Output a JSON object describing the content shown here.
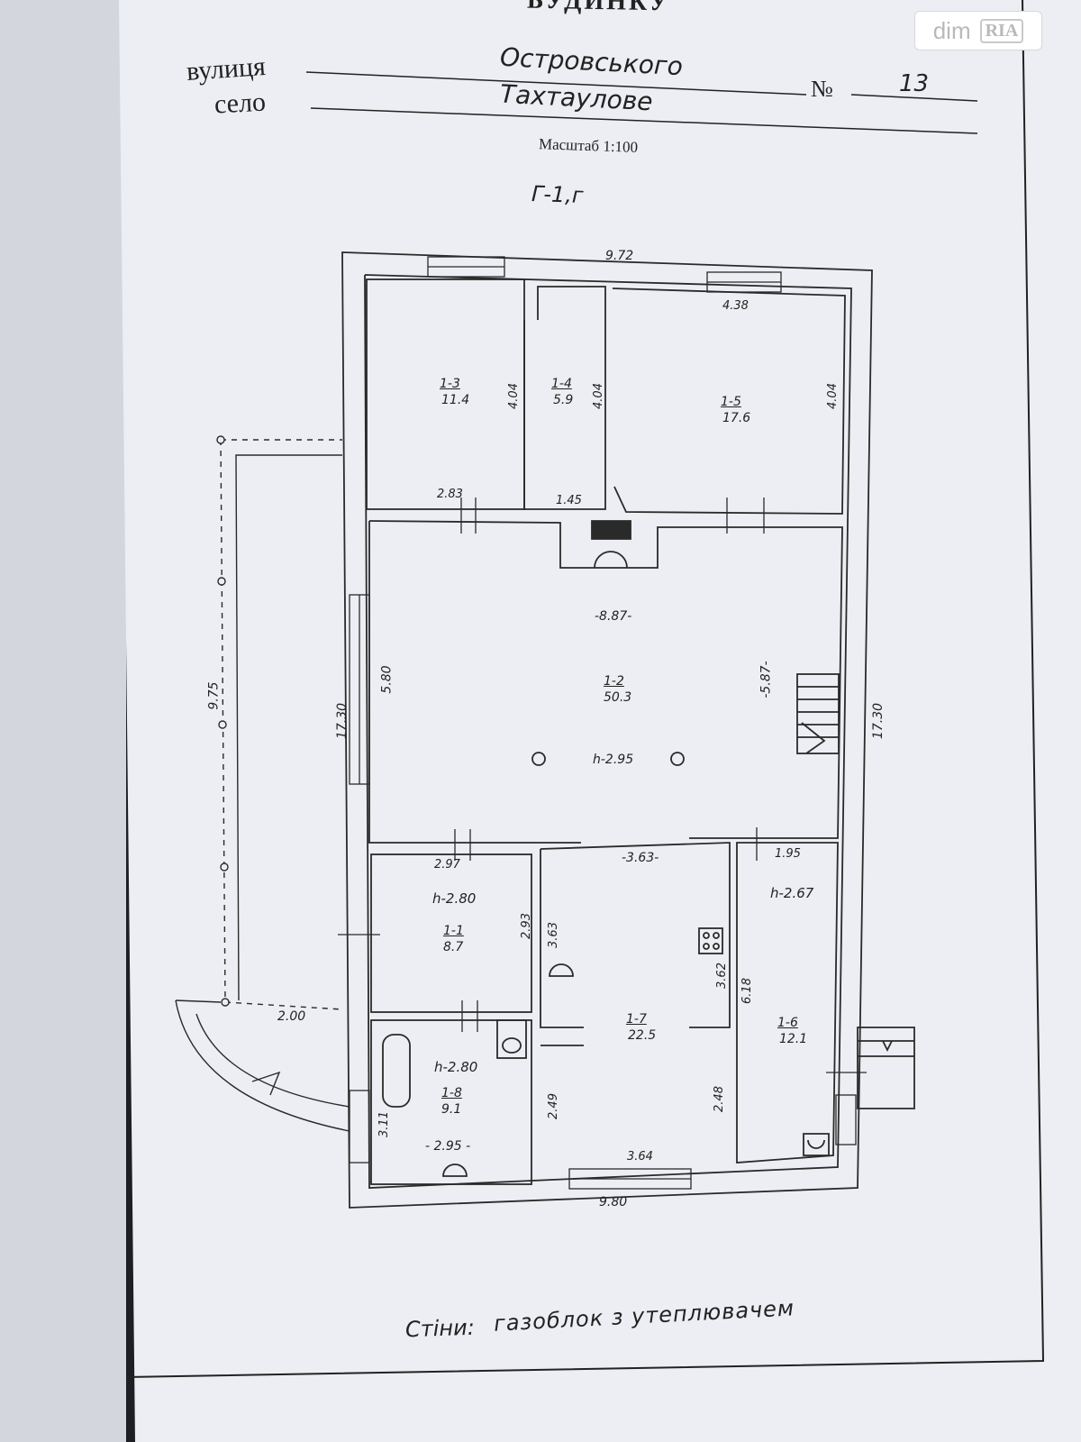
{
  "header": {
    "title_fragment": "БУДИНКУ",
    "street_label": "вулиця",
    "street_value": "Островського",
    "number_label": "№",
    "number_value": "13",
    "village_label": "село",
    "village_value": "Тахтаулове",
    "scale": "Масштаб 1:100",
    "building_code": "Г-1,г"
  },
  "watermark": {
    "brand": "dim",
    "badge": "RIA"
  },
  "rooms": [
    {
      "id": "1-1",
      "area": "8.7",
      "height": "h-2.80"
    },
    {
      "id": "1-2",
      "area": "50.3",
      "height": "h-2.95"
    },
    {
      "id": "1-3",
      "area": "11.4"
    },
    {
      "id": "1-4",
      "area": "5.9"
    },
    {
      "id": "1-5",
      "area": "17.6"
    },
    {
      "id": "1-6",
      "area": "12.1",
      "height": "h-2.67"
    },
    {
      "id": "1-7",
      "area": "22.5"
    },
    {
      "id": "1-8",
      "area": "9.1",
      "height": "h-2.80"
    }
  ],
  "dimensions": {
    "top_total": "9.72",
    "bottom_total": "9.80",
    "left_total": "17.30",
    "right_total": "17.30",
    "terrace_length": "9.75",
    "terrace_width": "2.00",
    "r13_vertical": "4.04",
    "r13_bottom": "2.83",
    "r14_vertical": "4.04",
    "r14_bottom": "1.45",
    "r15_top": "4.38",
    "r15_vertical": "4.04",
    "r12_width": "-8.87-",
    "r12_left": "5.80",
    "r12_right": "-5.87-",
    "r11_top": "2.97",
    "r11_right": "2.93",
    "r17_top": "-3.63-",
    "r17_left_upper": "3.63",
    "r17_right_upper": "3.62",
    "r17_left_lower": "2.49",
    "r17_right_lower": "2.48",
    "r17_bottom": "3.64",
    "r16_top": "1.95",
    "r16_vertical": "6.18",
    "r18_left": "3.11",
    "r18_bottom": "- 2.95 -"
  },
  "footer": {
    "walls_label": "Стіни:",
    "walls_value": "газоблок з утеплювачем"
  },
  "colors": {
    "paper": "#ecedf2",
    "ink": "#222222",
    "background": "#1d1f24"
  }
}
